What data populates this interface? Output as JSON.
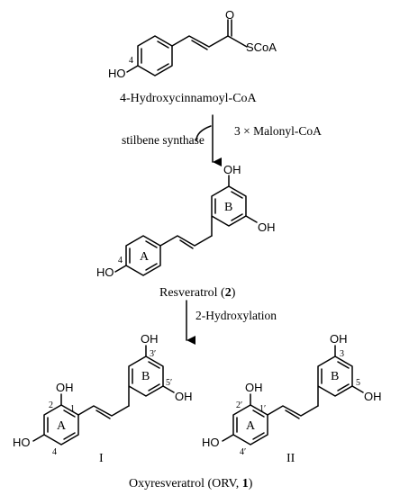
{
  "top_compound": {
    "caption": "4-Hydroxycinnamoyl-CoA",
    "oxygen_label": "O",
    "thioester_label": "SCoA",
    "hydroxyl_label": "HO",
    "position_label": "4"
  },
  "step1": {
    "enzyme": "stilbene synthase",
    "cosubstrate": "3 × Malonyl-CoA"
  },
  "resveratrol": {
    "caption_name": "Resveratrol (",
    "caption_number": "2",
    "caption_close": ")",
    "ring_a": "A",
    "ring_b": "B",
    "oh_top": "OH",
    "oh_right": "OH",
    "hydroxyl_label": "HO",
    "position_label": "4"
  },
  "step2": {
    "reaction": "2-Hydroxylation"
  },
  "oxyresveratrol_forms": [
    {
      "roman": "I",
      "ring_a": "A",
      "ring_b": "B",
      "oh_ring_a_top": "OH",
      "oh_ring_a_bottom": "HO",
      "oh_ring_b_top": "OH",
      "oh_ring_b_right": "OH",
      "pos_2": "2",
      "pos_1": "1",
      "pos_4": "4",
      "pos_3p": "3′",
      "pos_5p": "5′"
    },
    {
      "roman": "II",
      "ring_a": "A",
      "ring_b": "B",
      "oh_ring_a_top": "OH",
      "oh_ring_a_bottom": "HO",
      "oh_ring_b_top": "OH",
      "oh_ring_b_right": "OH",
      "pos_2p": "2′",
      "pos_1p": "1′",
      "pos_4p": "4′",
      "pos_3": "3",
      "pos_5": "5"
    }
  ],
  "final_caption": {
    "name": "Oxyresveratrol (ORV, ",
    "number": "1",
    "close": ")"
  }
}
